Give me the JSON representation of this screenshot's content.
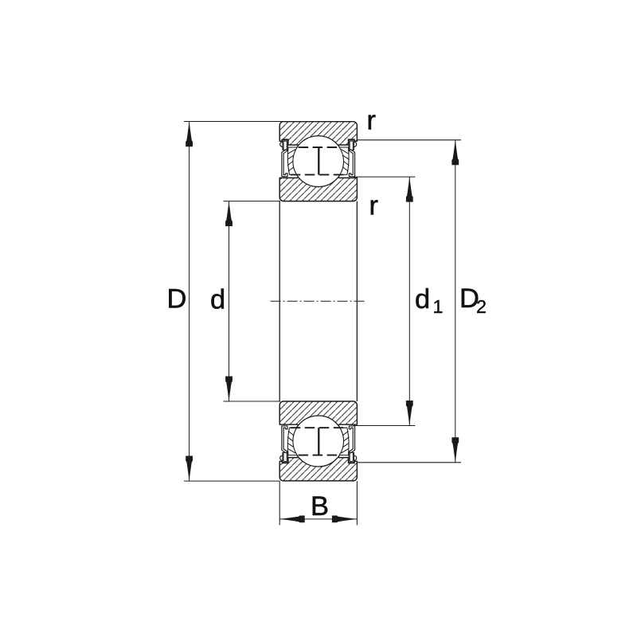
{
  "title": "Deep groove ball bearing cross-section drawing",
  "figure_type": "technical-dimension-drawing",
  "component": "deep groove ball bearing with shields (2Z)",
  "colors": {
    "background": "#ffffff",
    "line": "#1f1f1f",
    "label": "#111111"
  },
  "labels": {
    "outer_diameter": "D",
    "bore_diameter": "d",
    "land_diameter_main": "d",
    "land_diameter_sub": "1",
    "recess_diameter_main": "D",
    "recess_diameter_sub": "2",
    "width": "B",
    "radius_outer": "r",
    "radius_inner": "r"
  }
}
